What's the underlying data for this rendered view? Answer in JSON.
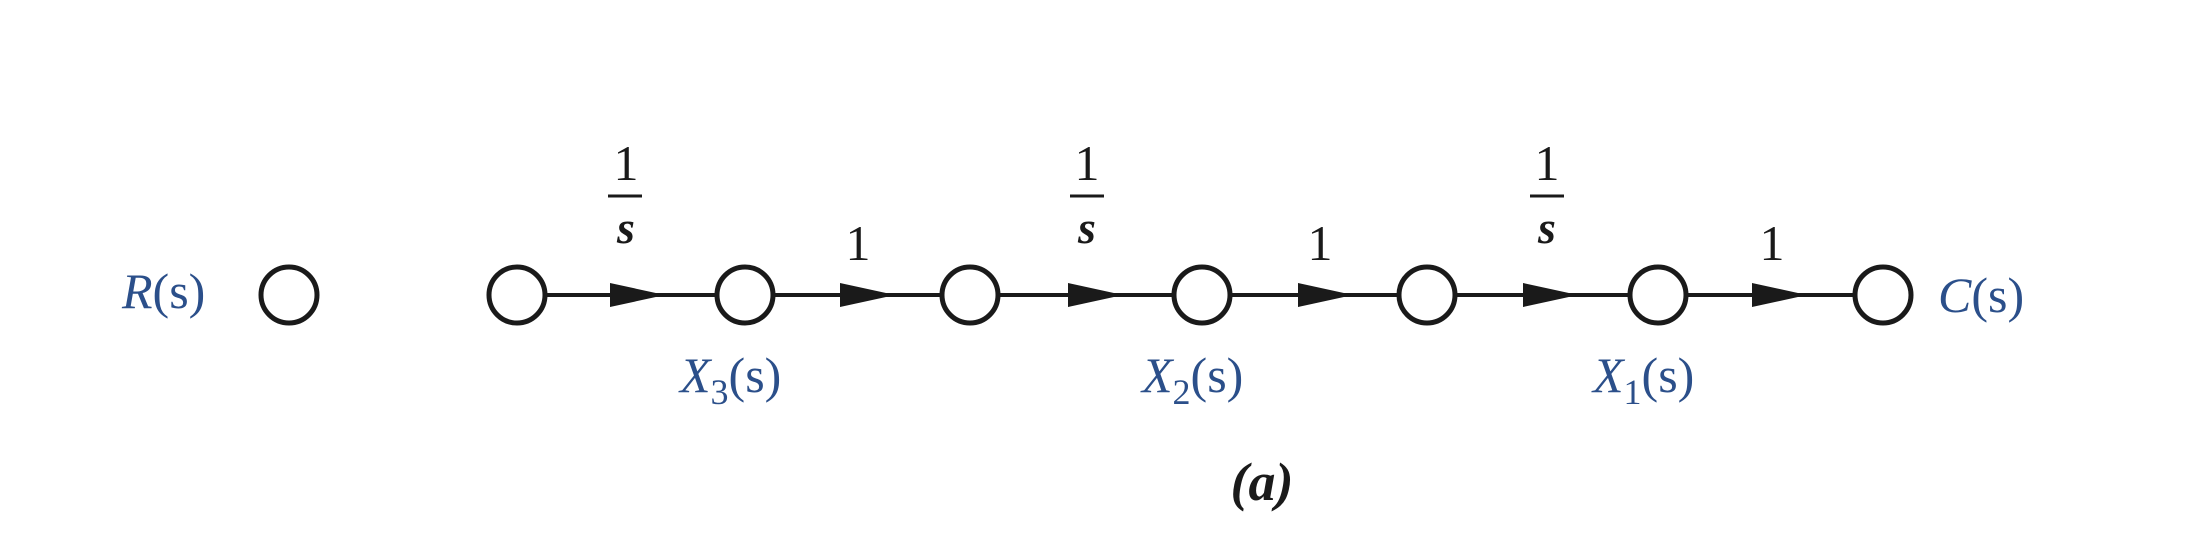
{
  "input_label": {
    "base": "R",
    "arg": "(s)"
  },
  "output_label": {
    "base": "C",
    "arg": "(s)"
  },
  "state_labels": [
    {
      "base": "X",
      "sub": "3",
      "arg": "(s)"
    },
    {
      "base": "X",
      "sub": "2",
      "arg": "(s)"
    },
    {
      "base": "X",
      "sub": "1",
      "arg": "(s)"
    }
  ],
  "branch_gains": [
    {
      "type": "fraction",
      "num": "1",
      "den": "s"
    },
    {
      "type": "plain",
      "value": "1"
    },
    {
      "type": "fraction",
      "num": "1",
      "den": "s"
    },
    {
      "type": "plain",
      "value": "1"
    },
    {
      "type": "fraction",
      "num": "1",
      "den": "s"
    },
    {
      "type": "plain",
      "value": "1"
    }
  ],
  "caption": "(a)",
  "colors": {
    "signal_text": "#2b4f8a",
    "ink": "#1a1a1a"
  }
}
